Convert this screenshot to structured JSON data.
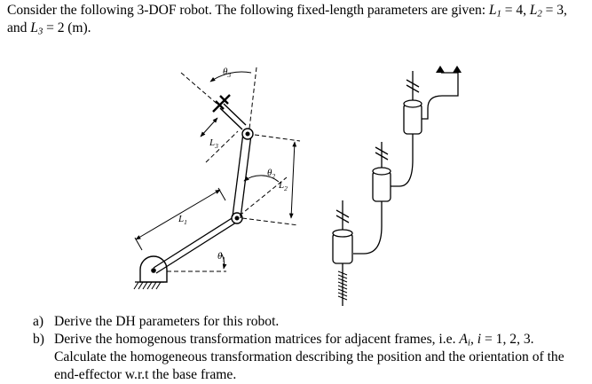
{
  "problem": {
    "statement_pre": "Consider the following 3-DOF robot. The following fixed-length parameters are given: ",
    "L1": "L",
    "L1_sub": "1",
    "L1_eq": " = 4, ",
    "L2": "L",
    "L2_sub": "2",
    "L2_eq": " = 3, and ",
    "L3": "L",
    "L3_sub": "3",
    "L3_eq": " = 2 (m)."
  },
  "figure": {
    "theta1": "θ",
    "theta1_sub": "1",
    "theta2": "θ",
    "theta2_sub": "2",
    "theta3": "θ",
    "theta3_sub": "3",
    "len1": "L",
    "len1_sub": "1",
    "len2": "L",
    "len2_sub": "2",
    "len3": "L",
    "len3_sub": "3"
  },
  "questions": {
    "a_label": "a)",
    "a_text": "Derive the DH parameters for this robot.",
    "b_label": "b)",
    "b_text_1": "Derive the homogenous transformation matrices for adjacent frames, i.e. ",
    "b_A": "A",
    "b_A_sub": "i",
    "b_sep": ", ",
    "b_i": "i",
    "b_text_2": " = 1, 2, 3. Calculate the homogeneous transformation describing the position and the orientation of the end-effector w.r.t the base frame."
  }
}
